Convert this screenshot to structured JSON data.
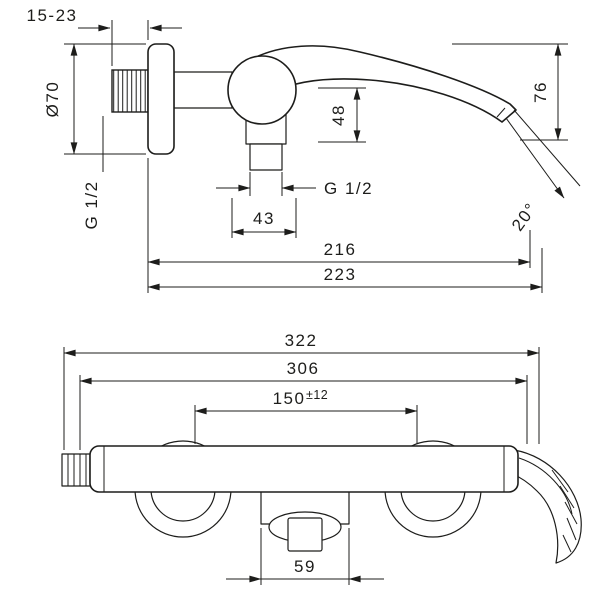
{
  "drawing": {
    "type": "technical-dimension-drawing",
    "line_color": "#1d1d1b",
    "background": "#ffffff"
  },
  "labels": {
    "side": {
      "wall_depth": "15-23",
      "escutcheon_diameter": "Ø70",
      "inlet_thread": "G 1/2",
      "outlet_thread": "G 1/2",
      "spout_height": "48",
      "overall_height": "76",
      "outlet_offset": "43",
      "stream_angle": "20°",
      "spout_reach": "216",
      "overall_depth": "223"
    },
    "front": {
      "overall_width": "322",
      "body_width": "306",
      "connection_distance": "150",
      "connection_tolerance": "±12",
      "outlet_width": "59"
    }
  }
}
